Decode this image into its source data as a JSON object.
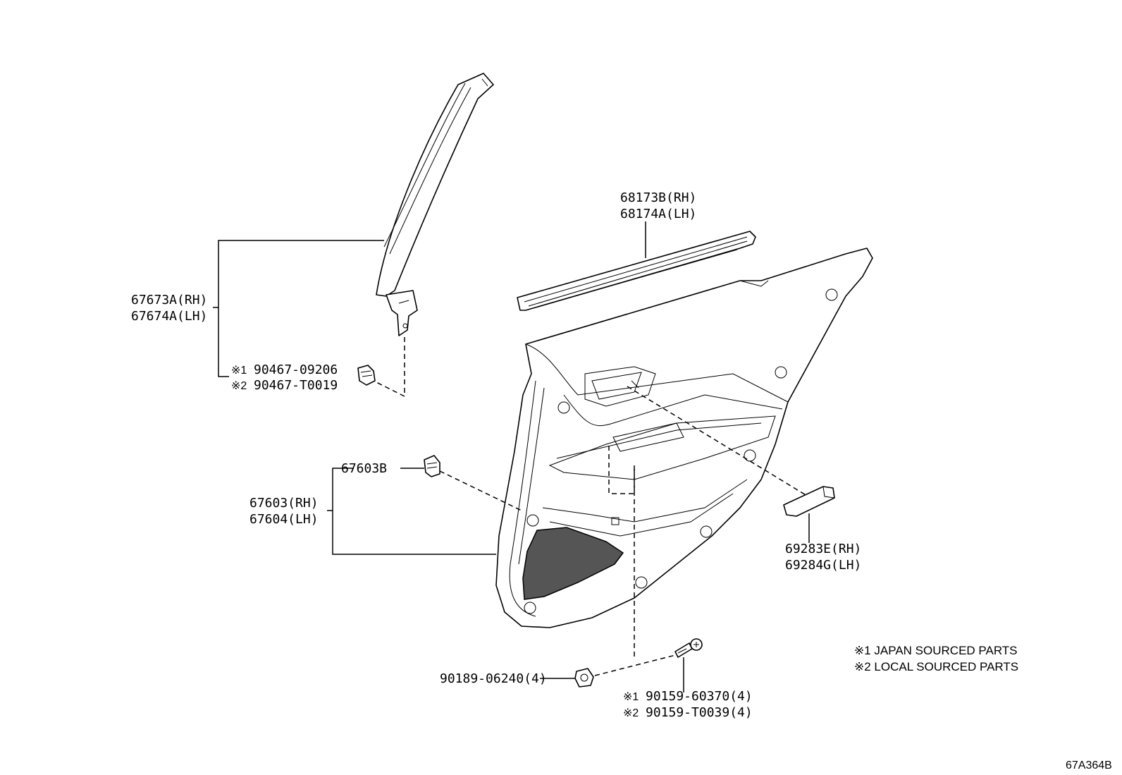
{
  "labels": {
    "belt_moulding_rh": "68173B(RH)",
    "belt_moulding_lh": "68174A(LH)",
    "garnish_rh": "67673A(RH)",
    "garnish_lh": "67674A(LH)",
    "clip_japan": "90467-09206",
    "clip_local": "90467-T0019",
    "clip_67603b": "67603B",
    "trim_board_rh": "67603(RH)",
    "trim_board_lh": "67604(LH)",
    "cover_rh": "69283E(RH)",
    "cover_lh": "69284G(LH)",
    "nut_90189": "90189-06240(4)",
    "screw_japan": "90159-60370(4)",
    "screw_local": "90159-T0039(4)"
  },
  "markers": {
    "m1": "※1",
    "m2": "※2"
  },
  "legend": {
    "japan": "※1 JAPAN SOURCED PARTS",
    "local": "※2 LOCAL SOURCED PARTS"
  },
  "diagram_code": "67A364B",
  "colors": {
    "line": "#000000",
    "background": "#ffffff"
  }
}
